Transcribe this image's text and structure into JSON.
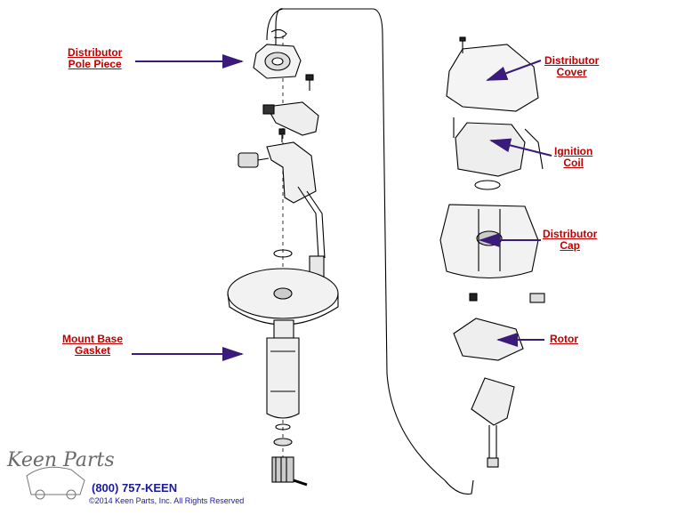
{
  "labels": {
    "pole_piece": {
      "line1": "Distributor",
      "line2": "Pole Piece"
    },
    "mount_base": {
      "line1": "Mount Base",
      "line2": "Gasket"
    },
    "cover": {
      "line1": "Distributor",
      "line2": "Cover"
    },
    "coil": {
      "line1": "Ignition",
      "line2": "Coil"
    },
    "cap": {
      "line1": "Distributor",
      "line2": "Cap"
    },
    "rotor": {
      "line1": "Rotor"
    }
  },
  "footer": {
    "logo": "Keen Parts",
    "phone": "(800) 757-KEEN",
    "copyright": "©2014 Keen Parts, Inc. All Rights Reserved"
  },
  "colors": {
    "label": "#c00000",
    "arrow": "#3a1a7a",
    "line": "#000000",
    "footer": "#1a1aa0"
  }
}
